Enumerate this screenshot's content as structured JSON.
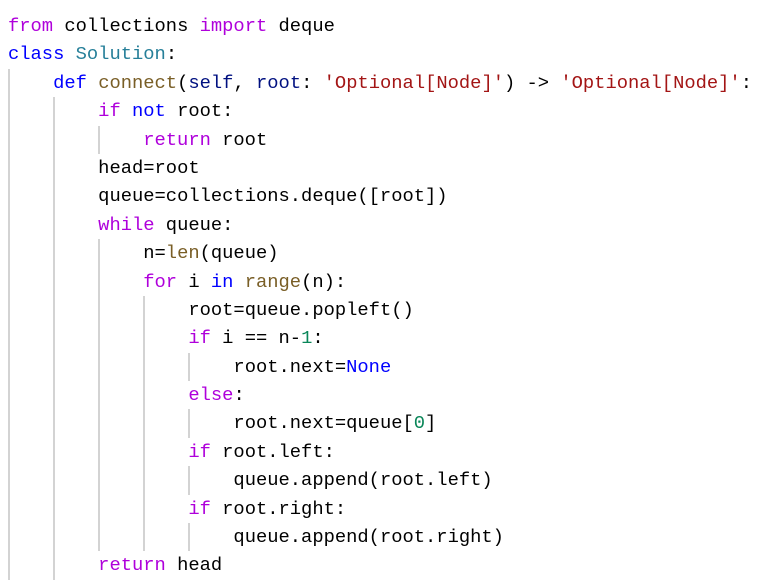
{
  "colors": {
    "kw": "#af00db",
    "kb": "#0000ff",
    "cls": "#267f99",
    "fn": "#795e26",
    "str": "#a31515",
    "num": "#098658",
    "par": "#001080"
  },
  "lines": [
    {
      "indent": 0,
      "tokens": [
        [
          "from",
          "kw"
        ],
        [
          " collections ",
          "plain"
        ],
        [
          "import",
          "kw"
        ],
        [
          " deque",
          "plain"
        ]
      ]
    },
    {
      "indent": 0,
      "tokens": [
        [
          "class",
          "kb"
        ],
        [
          " ",
          "plain"
        ],
        [
          "Solution",
          "cls"
        ],
        [
          ":",
          "plain"
        ]
      ]
    },
    {
      "indent": 1,
      "tokens": [
        [
          "def",
          "kb"
        ],
        [
          " ",
          "plain"
        ],
        [
          "connect",
          "fn"
        ],
        [
          "(",
          "plain"
        ],
        [
          "self",
          "par"
        ],
        [
          ", ",
          "plain"
        ],
        [
          "root",
          "par"
        ],
        [
          ": ",
          "plain"
        ],
        [
          "'Optional[Node]'",
          "str"
        ],
        [
          ") -> ",
          "plain"
        ],
        [
          "'Optional[Node]'",
          "str"
        ],
        [
          ":",
          "plain"
        ]
      ]
    },
    {
      "indent": 2,
      "tokens": [
        [
          "if",
          "kw"
        ],
        [
          " ",
          "plain"
        ],
        [
          "not",
          "kb"
        ],
        [
          " root:",
          "plain"
        ]
      ]
    },
    {
      "indent": 3,
      "tokens": [
        [
          "return",
          "kw"
        ],
        [
          " root",
          "plain"
        ]
      ]
    },
    {
      "indent": 2,
      "tokens": [
        [
          "head=root",
          "plain"
        ]
      ]
    },
    {
      "indent": 2,
      "tokens": [
        [
          "queue=collections.deque([root])",
          "plain"
        ]
      ]
    },
    {
      "indent": 2,
      "tokens": [
        [
          "while",
          "kw"
        ],
        [
          " queue:",
          "plain"
        ]
      ]
    },
    {
      "indent": 3,
      "tokens": [
        [
          "n=",
          "plain"
        ],
        [
          "len",
          "fn"
        ],
        [
          "(queue)",
          "plain"
        ]
      ]
    },
    {
      "indent": 3,
      "tokens": [
        [
          "for",
          "kw"
        ],
        [
          " i ",
          "plain"
        ],
        [
          "in",
          "kb"
        ],
        [
          " ",
          "plain"
        ],
        [
          "range",
          "fn"
        ],
        [
          "(n):",
          "plain"
        ]
      ]
    },
    {
      "indent": 4,
      "tokens": [
        [
          "root=queue.popleft()",
          "plain"
        ]
      ]
    },
    {
      "indent": 4,
      "tokens": [
        [
          "if",
          "kw"
        ],
        [
          " i == n-",
          "plain"
        ],
        [
          "1",
          "num"
        ],
        [
          ":",
          "plain"
        ]
      ]
    },
    {
      "indent": 5,
      "tokens": [
        [
          "root.next=",
          "plain"
        ],
        [
          "None",
          "kb"
        ]
      ]
    },
    {
      "indent": 4,
      "tokens": [
        [
          "else",
          "kw"
        ],
        [
          ":",
          "plain"
        ]
      ]
    },
    {
      "indent": 5,
      "tokens": [
        [
          "root.next=queue[",
          "plain"
        ],
        [
          "0",
          "num"
        ],
        [
          "]",
          "plain"
        ]
      ]
    },
    {
      "indent": 4,
      "tokens": [
        [
          "if",
          "kw"
        ],
        [
          " root.left:",
          "plain"
        ]
      ]
    },
    {
      "indent": 5,
      "tokens": [
        [
          "queue.append(root.left)",
          "plain"
        ]
      ]
    },
    {
      "indent": 4,
      "tokens": [
        [
          "if",
          "kw"
        ],
        [
          " root.right:",
          "plain"
        ]
      ]
    },
    {
      "indent": 5,
      "tokens": [
        [
          "queue.append(root.right)",
          "plain"
        ]
      ]
    },
    {
      "indent": 2,
      "tokens": [
        [
          "return",
          "kw"
        ],
        [
          " head",
          "plain"
        ]
      ]
    }
  ]
}
